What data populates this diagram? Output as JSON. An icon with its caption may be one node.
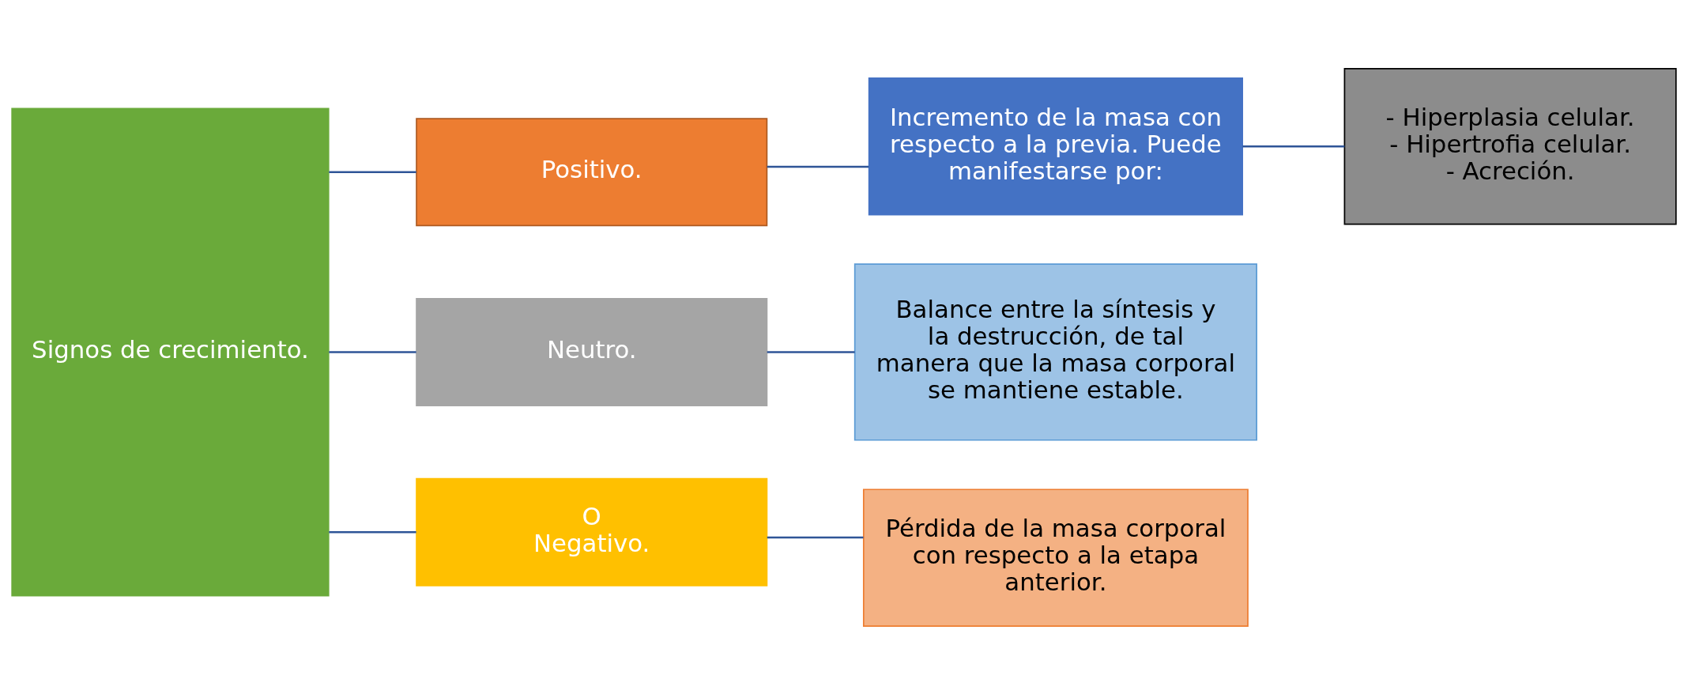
{
  "diagram": {
    "nodes": [
      {
        "text": [
          "Signos de crecimiento."
        ]
      },
      {
        "text": [
          "Positivo."
        ]
      },
      {
        "text": [
          "Neutro."
        ]
      },
      {
        "text": [
          "O",
          "Negativo."
        ]
      },
      {
        "text": [
          "Incremento de la masa con respecto a la previa. Puede manifestarse por:"
        ]
      },
      {
        "text": [
          "Balance entre la síntesis y la destrucción, de tal manera que la masa corporal se mantiene estable."
        ]
      },
      {
        "text": [
          "Pérdida de la masa corporal con respecto a la etapa anterior."
        ]
      },
      {
        "text": [
          "- Hiperplasia celular.",
          "- Hipertrofia celular.",
          "- Acreción."
        ]
      }
    ],
    "edges": [
      {
        "from": 0,
        "to": 1,
        "arrow": "none"
      },
      {
        "from": 0,
        "to": 2,
        "arrow": "none"
      },
      {
        "from": 0,
        "to": 3,
        "arrow": "none"
      },
      {
        "from": 1,
        "to": 4,
        "arrow": "none"
      },
      {
        "from": 2,
        "to": 5,
        "arrow": "none"
      },
      {
        "from": 3,
        "to": 6,
        "arrow": "none"
      },
      {
        "from": 4,
        "to": 7,
        "arrow": "none"
      }
    ]
  }
}
